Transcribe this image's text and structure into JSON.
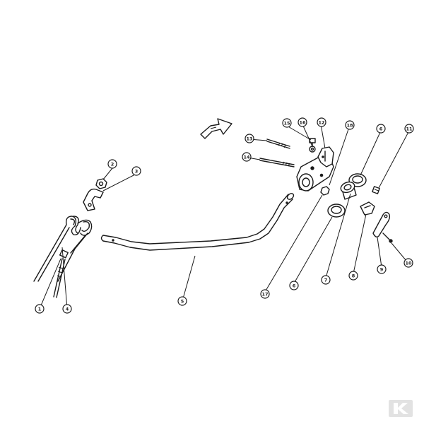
{
  "callouts": [
    {
      "id": "1",
      "label": "1"
    },
    {
      "id": "2",
      "label": "2"
    },
    {
      "id": "3",
      "label": "3"
    },
    {
      "id": "4",
      "label": "4"
    },
    {
      "id": "5",
      "label": "5"
    },
    {
      "id": "6a",
      "label": "6"
    },
    {
      "id": "6b",
      "label": "6"
    },
    {
      "id": "7",
      "label": "7"
    },
    {
      "id": "8",
      "label": "8"
    },
    {
      "id": "9",
      "label": "9"
    },
    {
      "id": "10",
      "label": "10"
    },
    {
      "id": "11",
      "label": "11"
    },
    {
      "id": "12",
      "label": "12"
    },
    {
      "id": "13",
      "label": "13"
    },
    {
      "id": "14",
      "label": "14"
    },
    {
      "id": "15",
      "label": "15"
    },
    {
      "id": "16",
      "label": "16"
    },
    {
      "id": "17",
      "label": "17"
    },
    {
      "id": "18",
      "label": "18"
    }
  ],
  "watermark": {
    "icon": "k-logo-icon",
    "color": "#e2e2e2"
  }
}
